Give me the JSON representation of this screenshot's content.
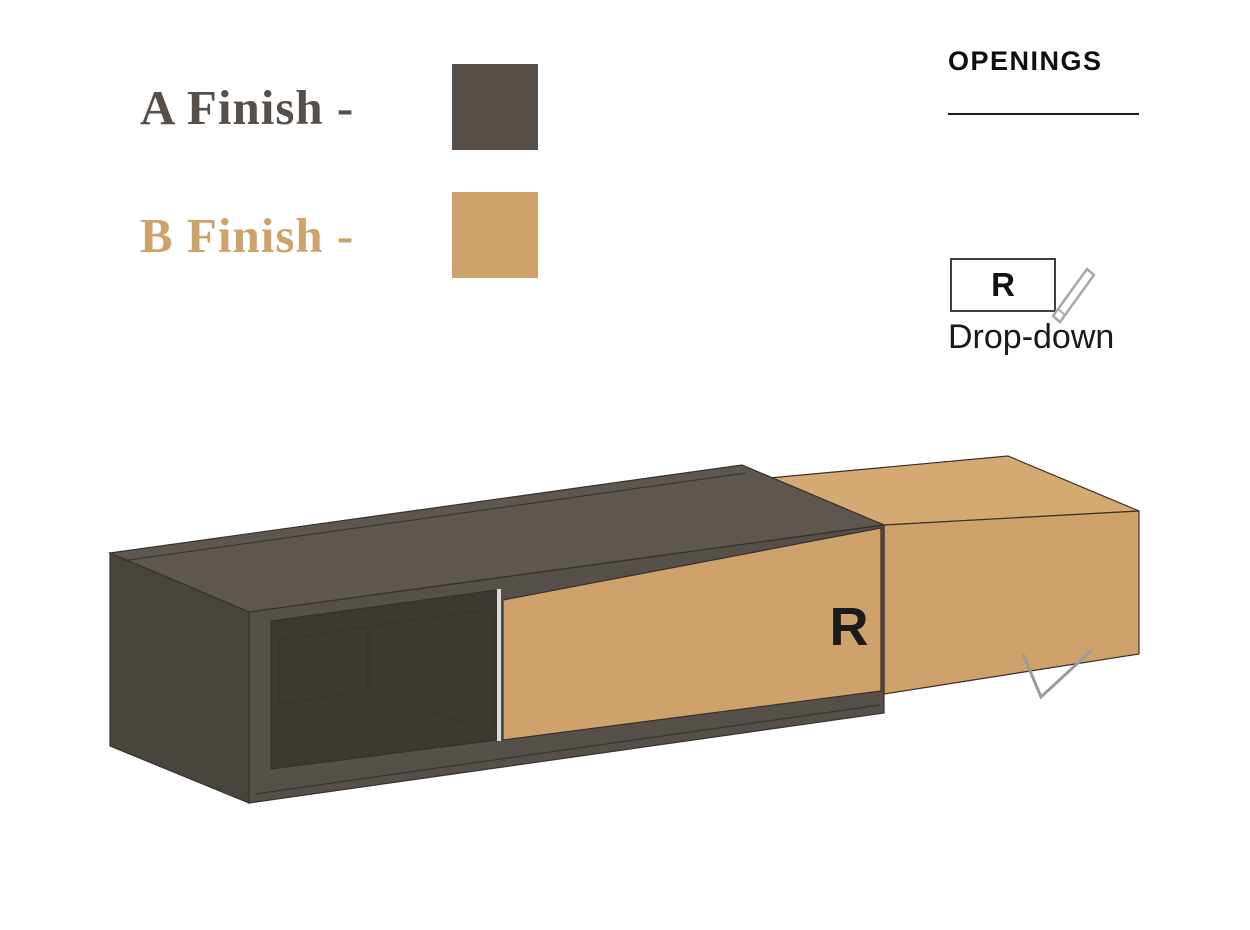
{
  "legend": {
    "finish_a": {
      "label": "A Finish -",
      "swatch_color": "#57504a"
    },
    "finish_b": {
      "label": "B Finish -",
      "swatch_color": "#cfa26b"
    }
  },
  "openings": {
    "title": "OPENINGS",
    "items": [
      {
        "symbol": "R",
        "caption": "Drop-down"
      }
    ]
  },
  "diagram": {
    "opening_label": "R",
    "colors": {
      "body_dark_top": "#5e574f",
      "body_dark_front": "#56504a",
      "body_dark_side": "#4a443f",
      "recess_shadow": "#3e3833",
      "front_tan": "#cfa26b",
      "top_tan": "#d5a972",
      "interior_tan": "#c79c66",
      "pencil_gray": "#a8a8a8"
    }
  }
}
